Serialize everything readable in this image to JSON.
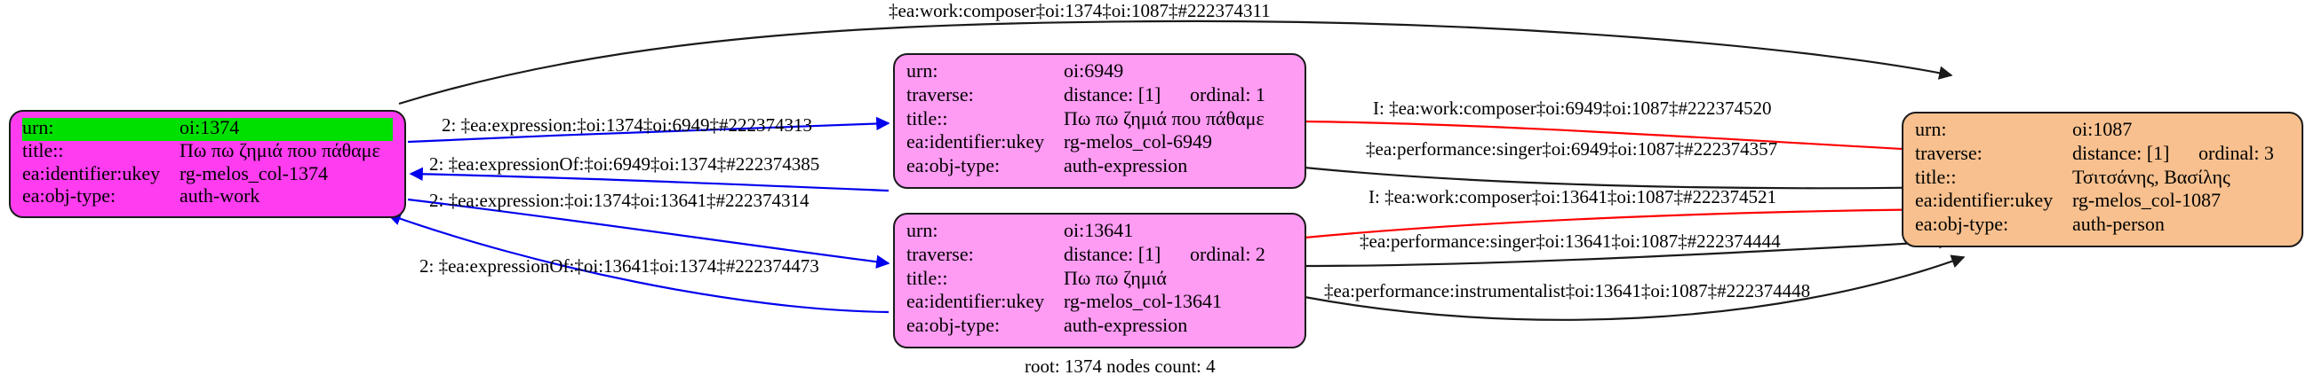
{
  "graph": {
    "caption": "root: 1374 nodes count: 4",
    "colors": {
      "root_node_fill": "#ff3cf0",
      "expression_node_fill": "#fe9bf3",
      "person_node_fill": "#f7c08e",
      "highlight_fill": "#00e000",
      "edge_blue": "#0000ee",
      "edge_red": "#ff0000",
      "edge_black": "#1a1a1a",
      "border": "#1a1a1a",
      "background": "#ffffff"
    },
    "nodes": [
      {
        "id": "oi1374",
        "type": "auth-work",
        "rows": [
          {
            "key": "urn:",
            "value": "oi:1374",
            "highlight": true
          },
          {
            "key": "title::",
            "value": "Πω πω ζημιά που πάθαμε"
          },
          {
            "key": "ea:identifier:ukey",
            "value": "rg-melos_col-1374"
          },
          {
            "key": "ea:obj-type:",
            "value": "auth-work"
          }
        ]
      },
      {
        "id": "oi6949",
        "type": "auth-expression",
        "rows": [
          {
            "key": "urn:",
            "value": "oi:6949"
          },
          {
            "key": "traverse:",
            "value": "distance: [1]",
            "value2": "ordinal: 1"
          },
          {
            "key": "title::",
            "value": "Πω πω ζημιά που πάθαμε"
          },
          {
            "key": "ea:identifier:ukey",
            "value": "rg-melos_col-6949"
          },
          {
            "key": "ea:obj-type:",
            "value": "auth-expression"
          }
        ]
      },
      {
        "id": "oi13641",
        "type": "auth-expression",
        "rows": [
          {
            "key": "urn:",
            "value": "oi:13641"
          },
          {
            "key": "traverse:",
            "value": "distance: [1]",
            "value2": "ordinal: 2"
          },
          {
            "key": "title::",
            "value": "Πω πω ζημιά"
          },
          {
            "key": "ea:identifier:ukey",
            "value": "rg-melos_col-13641"
          },
          {
            "key": "ea:obj-type:",
            "value": "auth-expression"
          }
        ]
      },
      {
        "id": "oi1087",
        "type": "auth-person",
        "rows": [
          {
            "key": "urn:",
            "value": "oi:1087"
          },
          {
            "key": "traverse:",
            "value": "distance: [1]",
            "value2": "ordinal: 3"
          },
          {
            "key": "title::",
            "value": "Τσιτσάνης, Βασίλης"
          },
          {
            "key": "ea:identifier:ukey",
            "value": "rg-melos_col-1087"
          },
          {
            "key": "ea:obj-type:",
            "value": "auth-person"
          }
        ]
      }
    ],
    "edges": [
      {
        "id": "e-composer-1374-1087",
        "label": "‡ea:work:composer‡oi:1374‡oi:1087‡#222374311",
        "color": "black"
      },
      {
        "id": "e-expression-1374-6949",
        "label": "2: ‡ea:expression:‡oi:1374‡oi:6949‡#222374313",
        "color": "blue"
      },
      {
        "id": "e-expressionof-6949-1374",
        "label": "2: ‡ea:expressionOf:‡oi:6949‡oi:1374‡#222374385",
        "color": "blue"
      },
      {
        "id": "e-expression-1374-13641",
        "label": "2: ‡ea:expression:‡oi:1374‡oi:13641‡#222374314",
        "color": "blue"
      },
      {
        "id": "e-expressionof-13641-1374",
        "label": "2: ‡ea:expressionOf:‡oi:13641‡oi:1374‡#222374473",
        "color": "blue"
      },
      {
        "id": "e-composer-6949-1087",
        "label": "I: ‡ea:work:composer‡oi:6949‡oi:1087‡#222374520",
        "color": "red"
      },
      {
        "id": "e-singer-6949-1087",
        "label": "‡ea:performance:singer‡oi:6949‡oi:1087‡#222374357",
        "color": "black"
      },
      {
        "id": "e-composer-13641-1087",
        "label": "I: ‡ea:work:composer‡oi:13641‡oi:1087‡#222374521",
        "color": "red"
      },
      {
        "id": "e-singer-13641-1087",
        "label": "‡ea:performance:singer‡oi:13641‡oi:1087‡#222374444",
        "color": "black"
      },
      {
        "id": "e-instrumentalist-13641-1087",
        "label": "‡ea:performance:instrumentalist‡oi:13641‡oi:1087‡#222374448",
        "color": "black"
      }
    ]
  }
}
